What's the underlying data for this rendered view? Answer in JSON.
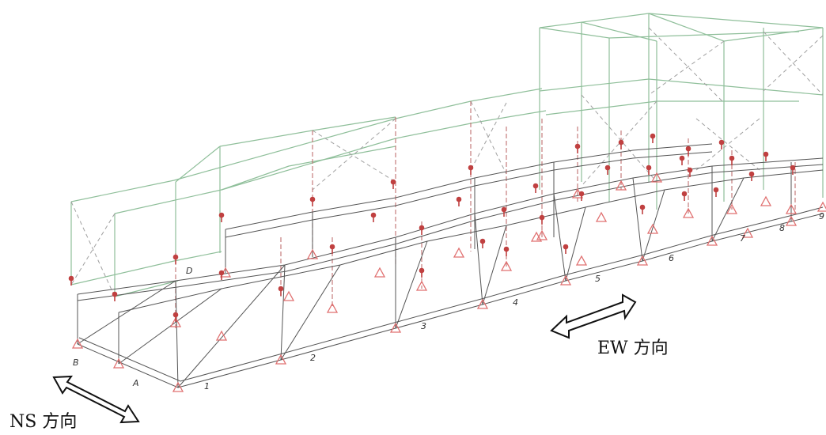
{
  "grid_labels": {
    "axis_1": "1",
    "axis_2": "2",
    "axis_3": "3",
    "axis_4": "4",
    "axis_5": "5",
    "axis_6": "6",
    "axis_7": "7",
    "axis_8": "8",
    "axis_9": "9",
    "axis_a": "A",
    "axis_b": "B",
    "axis_d": "D"
  },
  "direction_labels": {
    "ew": "EW 方向",
    "ns": "NS 方向"
  },
  "colors": {
    "frame_line": "#8fbf9a",
    "column_line": "#c07070",
    "brace_line": "#a0a0a0",
    "base_structure": "#555555",
    "support": "#e07070",
    "arrow": "#111111"
  }
}
